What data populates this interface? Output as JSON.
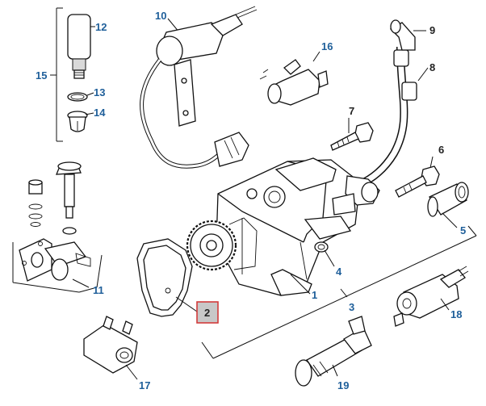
{
  "callouts": {
    "c1": "1",
    "c2": "2",
    "c3": "3",
    "c4": "4",
    "c5": "5",
    "c6": "6",
    "c7": "7",
    "c8": "8",
    "c9": "9",
    "c10": "10",
    "c11": "11",
    "c12": "12",
    "c13": "13",
    "c14": "14",
    "c15": "15",
    "c16": "16",
    "c17": "17",
    "c18": "18",
    "c19": "19"
  },
  "selected_callout": "2",
  "colors": {
    "callout_blue": "#1f5f9a",
    "highlight_border": "#d23b3b",
    "highlight_fill": "#c8c8c8",
    "line": "#111111"
  }
}
